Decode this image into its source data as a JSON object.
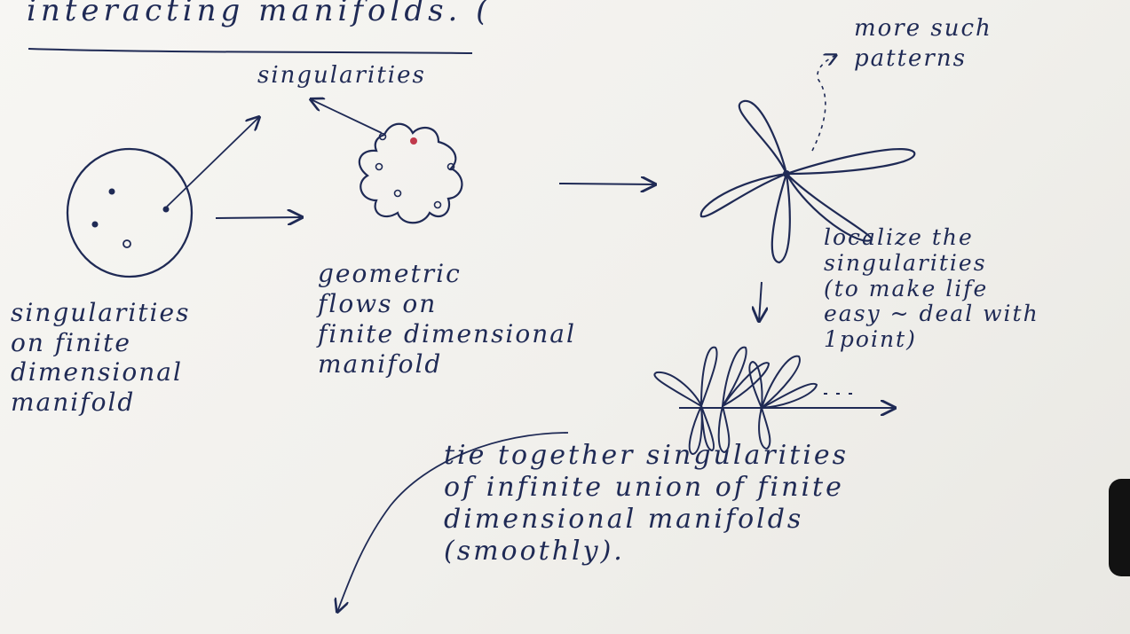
{
  "heading": "interacting manifolds. (",
  "labels": {
    "singularities_top": "singularities",
    "more_patterns": "more such\npatterns",
    "left_caption": "singularities\non finite\ndimensional\nmanifold",
    "middle_caption": "geometric\nflows on\nfinite dimensional\nmanifold",
    "localize_caption": "localize the\nsingularities\n(to make life\neasy ~ deal with\n1point)",
    "tie_together": "tie together singularities\nof infinite union of finite\ndimensional manifolds\n(smoothly)."
  },
  "colors": {
    "ink": "#1f2a55",
    "highlight": "#c0394b",
    "paper": "#f4f3ef"
  }
}
